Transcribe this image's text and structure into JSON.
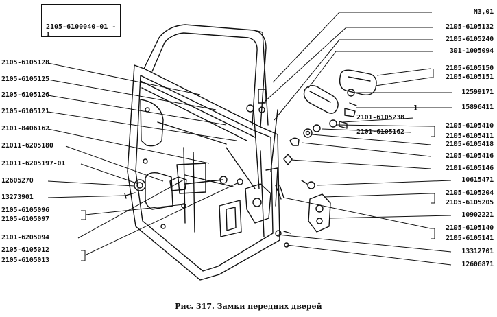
{
  "caption": "Рис. 317. Замки передних дверей",
  "box_label": "2105-6100040-01 - 1",
  "left_labels": [
    "2105-6105128",
    "2105-6105125",
    "2105-6105126",
    "2105-6105121",
    "2101-8406162",
    "21011-6205180",
    "21011-6205197-01",
    "12605270",
    "13273901",
    "2105-6105096",
    "2105-6105097",
    "2101-6205094",
    "2105-6105012",
    "2105-6105013"
  ],
  "right_labels": [
    "N3,01",
    "2105-6105132",
    "2105-6105240",
    "301-1005094",
    "2105-6105150",
    "2105-6105151",
    "12599171",
    "15896411",
    "2101-6105238",
    "2105-6105410",
    "2101-6105162",
    "2105-6105411",
    "2105-6105418",
    "2105-6105416",
    "2101-6105146",
    "10615471",
    "2105-6105204",
    "2105-6105205",
    "10902221",
    "2105-6105140",
    "2105-6105141",
    "13312701",
    "12606871"
  ],
  "marker_one": "1"
}
